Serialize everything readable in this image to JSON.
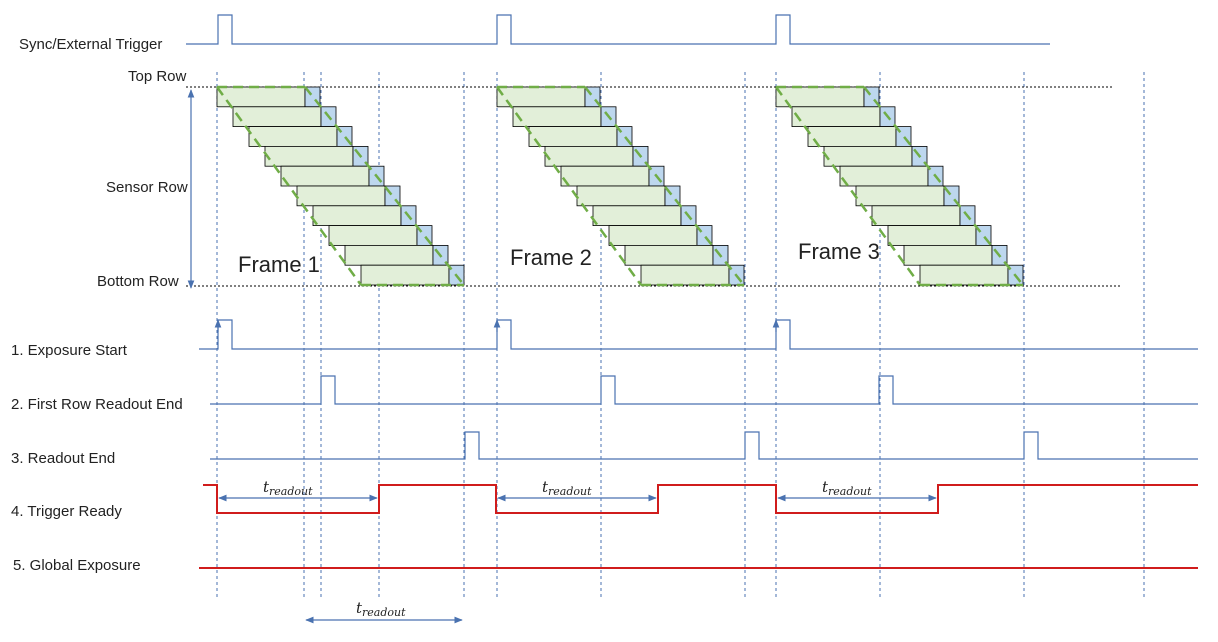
{
  "title": "",
  "labels": {
    "sync_trigger": "Sync/External Trigger",
    "top_row": "Top Row",
    "sensor_row": "Sensor Row",
    "bottom_row": "Bottom Row",
    "exposure_start": "1. Exposure Start",
    "first_row_readout_end": "2. First Row Readout End",
    "readout_end": "3. Readout End",
    "trigger_ready": "4. Trigger Ready",
    "global_exposure": "5. Global Exposure"
  },
  "frames": [
    {
      "label": "Frame 1"
    },
    {
      "label": "Frame 2"
    },
    {
      "label": "Frame 3"
    }
  ],
  "t_readout": {
    "base": "t",
    "sub": "readout"
  },
  "colors": {
    "signal": "#4a72b0",
    "trigger_ready": "#d01c1c",
    "global_exposure": "#d01c1c",
    "exposure_fill": "#e2efd9",
    "readout_fill": "#bdd7ee",
    "diagonal": "#70ad47",
    "guide": "#4a72b0",
    "row_line": "#000000"
  }
}
